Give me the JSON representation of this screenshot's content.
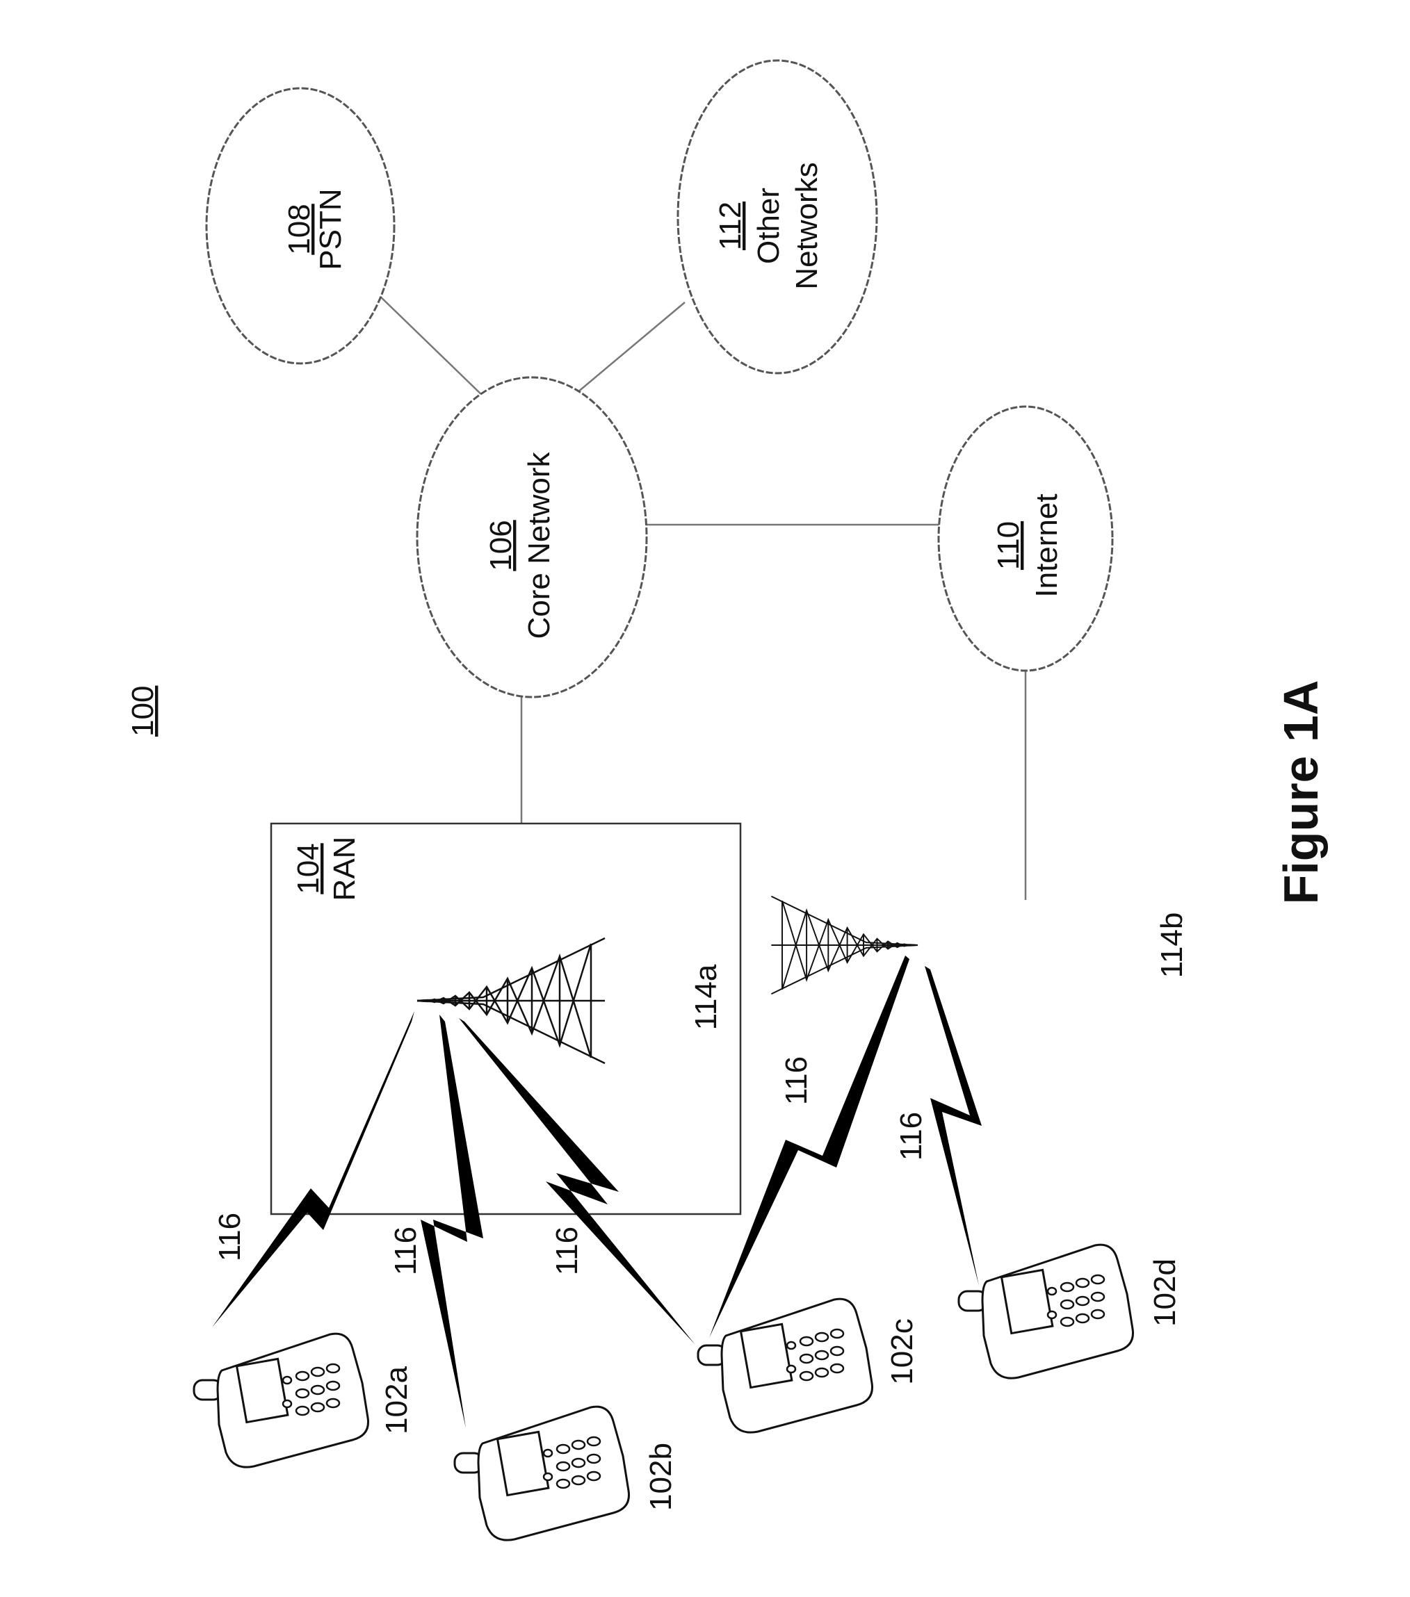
{
  "diagram": {
    "system_ref": "100",
    "figure_label": "Figure 1A",
    "ran": {
      "ref": "104",
      "name": "RAN"
    },
    "core_network": {
      "ref": "106",
      "name": "Core Network"
    },
    "pstn": {
      "ref": "108",
      "name": "PSTN"
    },
    "internet": {
      "ref": "110",
      "name": "Internet"
    },
    "other_networks": {
      "ref": "112",
      "name_line1": "Other",
      "name_line2": "Networks"
    },
    "tower_a": "114a",
    "tower_b": "114b",
    "air_interface": "116",
    "wtru_a": "102a",
    "wtru_b": "102b",
    "wtru_c": "102c",
    "wtru_d": "102d"
  }
}
